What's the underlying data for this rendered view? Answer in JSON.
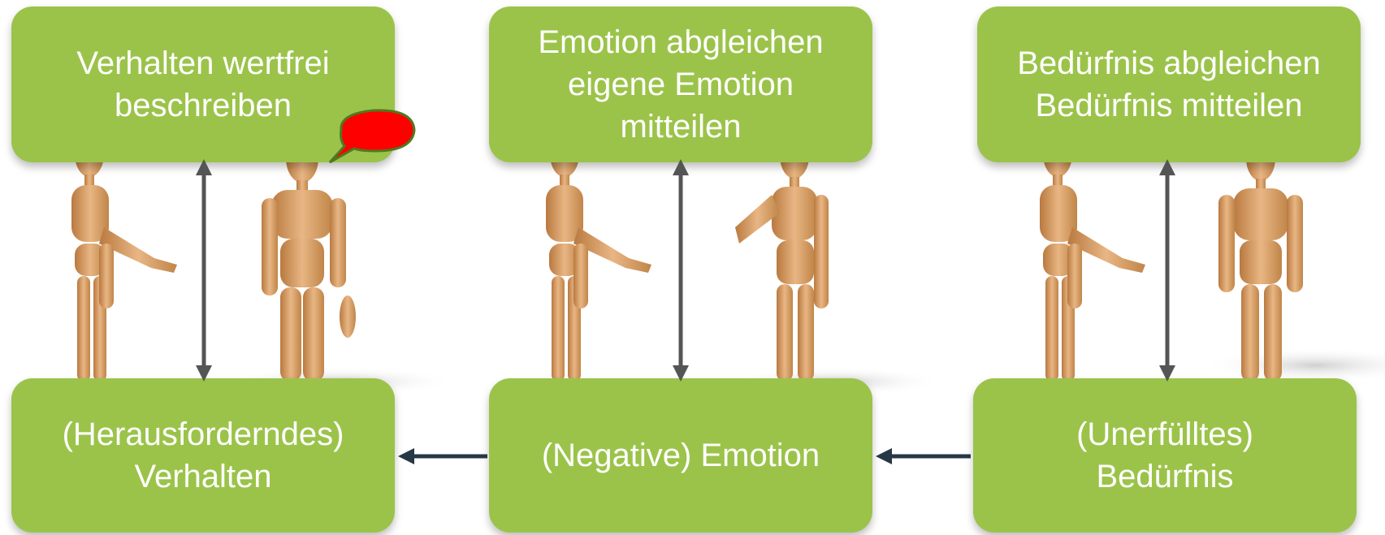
{
  "top_boxes": [
    {
      "text": "Verhalten wertfrei\nbeschreiben"
    },
    {
      "text": "Emotion abgleichen\neigene Emotion\nmitteilen"
    },
    {
      "text": "Bedürfnis abgleichen\nBedürfnis mitteilen"
    }
  ],
  "bottom_boxes": [
    {
      "text": "(Herausforderndes)\nVerhalten"
    },
    {
      "text": "(Negative) Emotion"
    },
    {
      "text": "(Unerfülltes)\nBedürfnis"
    }
  ],
  "colors": {
    "box_fill": "#9bc34a",
    "box_text": "#ffffff",
    "vertical_arrow": "#555555",
    "horizontal_arrow": "#263746",
    "speech_bubble": "#ff0000",
    "speech_bubble_border": "#4e7a1f",
    "wood": "#d9a06b"
  }
}
